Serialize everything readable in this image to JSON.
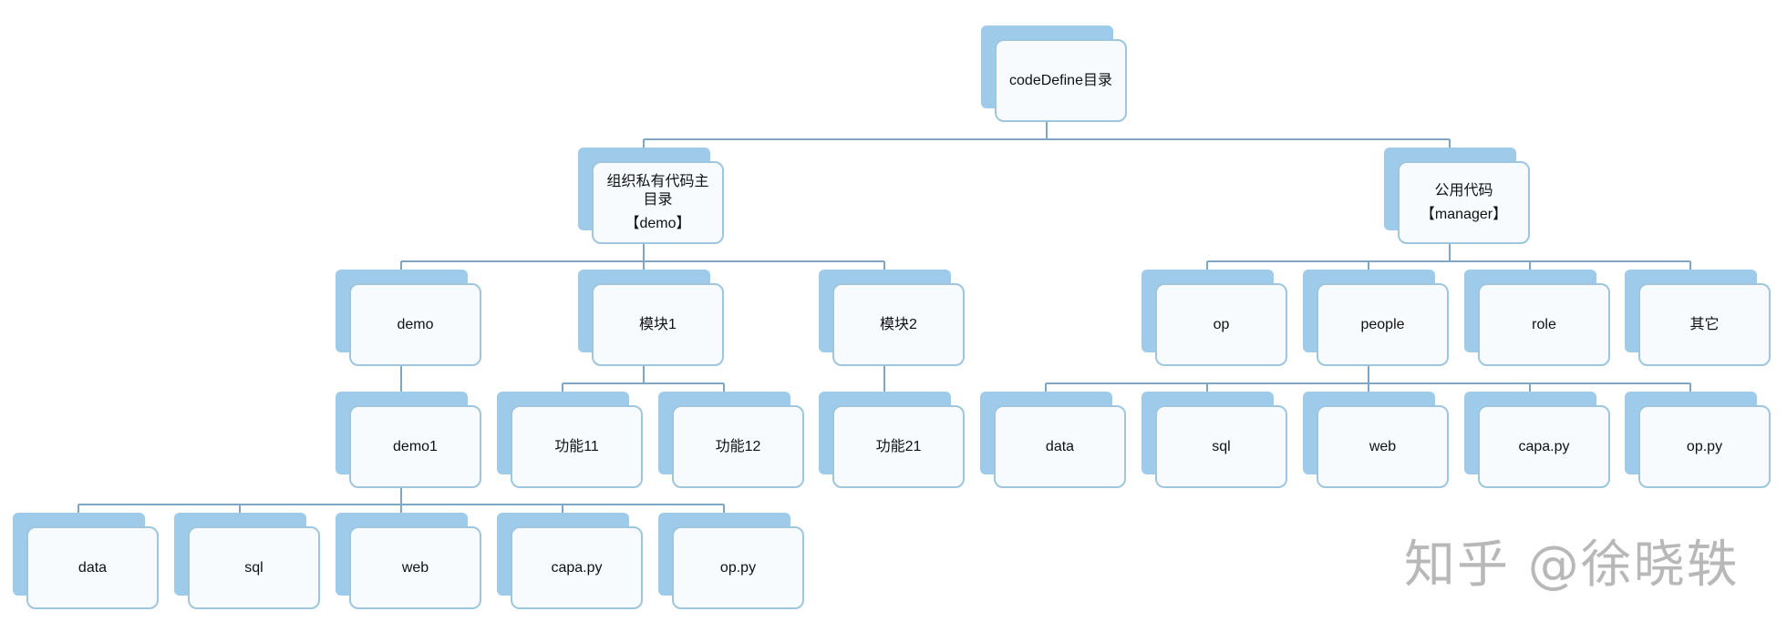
{
  "colors": {
    "connector": "#7fa6c3",
    "node_shadow": "#9ecbea",
    "node_fill": "#f7fbfe",
    "node_border": "#9fc6dc"
  },
  "root": {
    "label": "codeDefine目录"
  },
  "demo_branch": {
    "label_line1": "组织私有代码主",
    "label_line2": "目录",
    "label_tag": "【demo】",
    "children": {
      "demo": {
        "label": "demo"
      },
      "module1": {
        "label": "模块1"
      },
      "module2": {
        "label": "模块2"
      }
    },
    "demo1": {
      "label": "demo1",
      "children": [
        "data",
        "sql",
        "web",
        "capa.py",
        "op.py"
      ]
    },
    "module1_children": [
      "功能11",
      "功能12"
    ],
    "module2_children": [
      "功能21"
    ]
  },
  "manager_branch": {
    "label_line1": "公用代码",
    "label_tag": "【manager】",
    "children": [
      "op",
      "people",
      "role",
      "其它"
    ],
    "people_children": [
      "data",
      "sql",
      "web",
      "capa.py",
      "op.py"
    ]
  },
  "watermark": {
    "text": "知乎 @徐晓轶"
  }
}
